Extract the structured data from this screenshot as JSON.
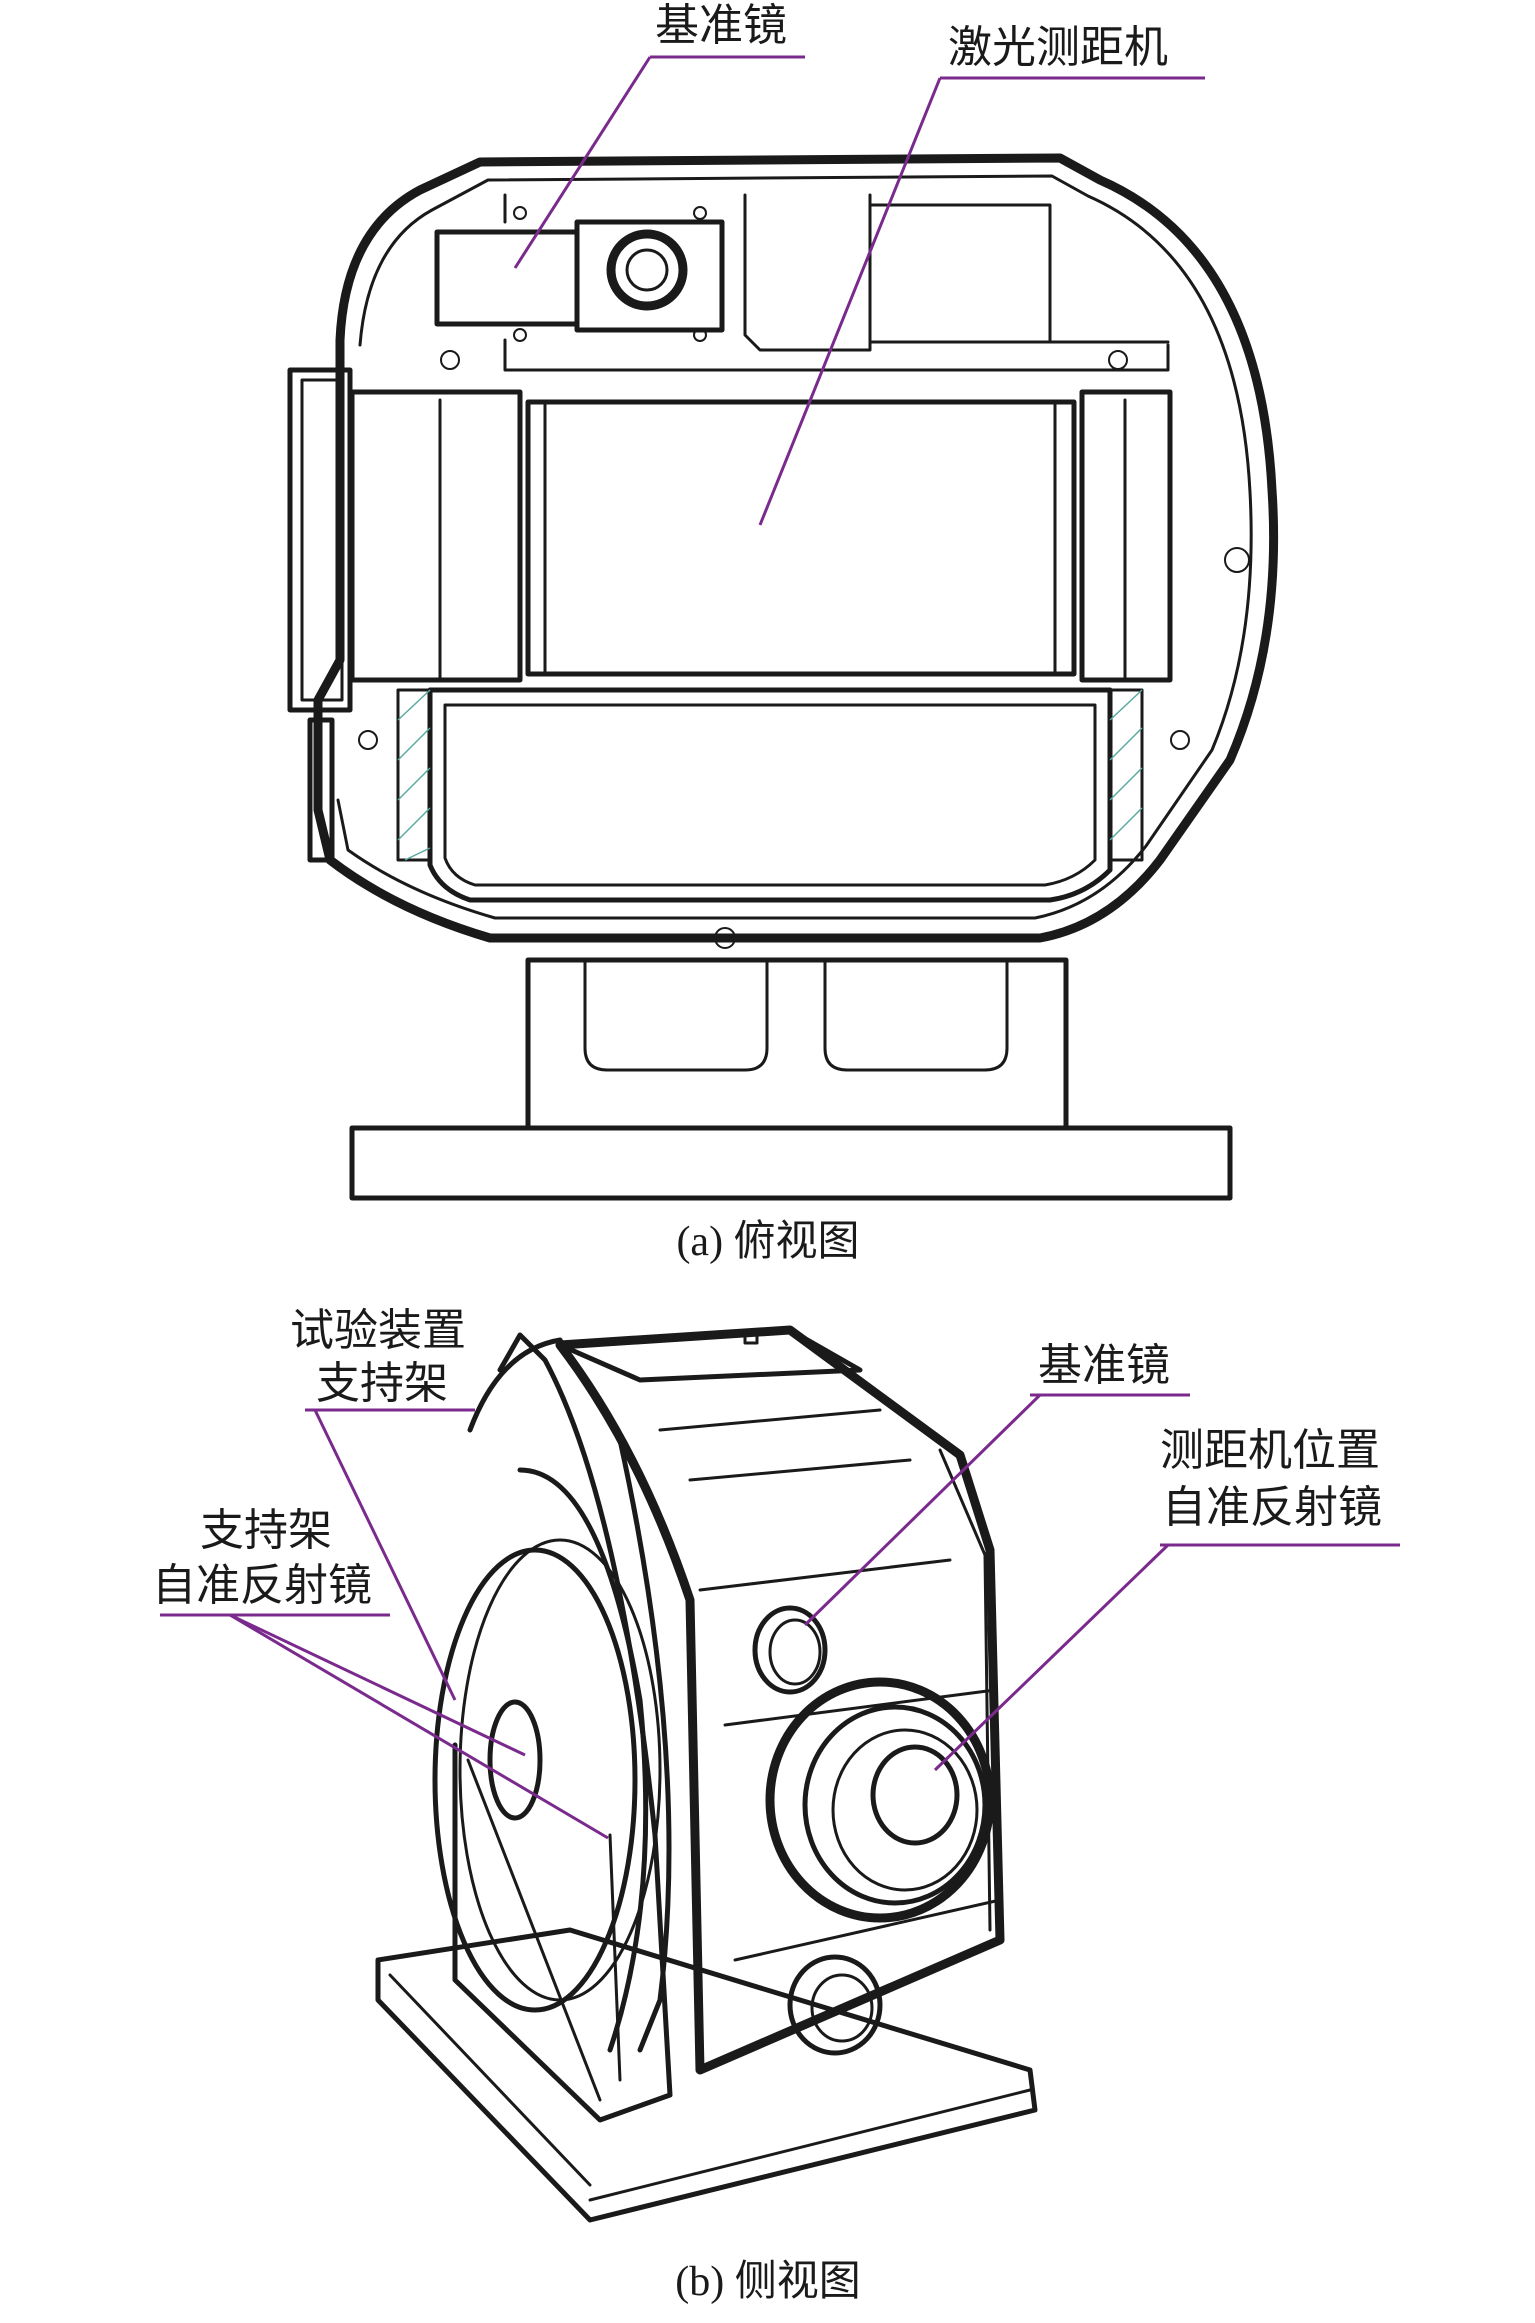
{
  "figure": {
    "top_view": {
      "caption": "(a) 俯视图",
      "labels": {
        "reference_mirror": "基准镜",
        "laser_rangefinder": "激光测距机"
      }
    },
    "side_view": {
      "caption": "(b) 侧视图",
      "labels": {
        "support_frame_line1": "试验装置",
        "support_frame_line2": "支持架",
        "support_mirror_line1": "支持架",
        "support_mirror_line2": "自准反射镜",
        "reference_mirror": "基准镜",
        "rangefinder_mirror_line1": "测距机位置",
        "rangefinder_mirror_line2": "自准反射镜"
      }
    },
    "colors": {
      "line": "#1a1a1a",
      "leader": "#7a2a8c",
      "hatch": "#5aa8a0",
      "background": "#ffffff"
    }
  }
}
